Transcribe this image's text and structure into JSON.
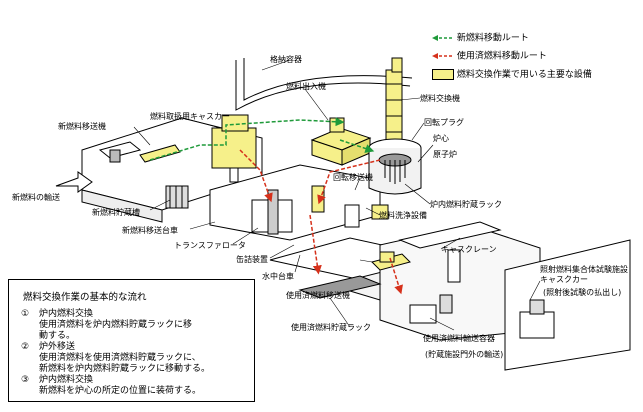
{
  "legend": {
    "new_route": "新燃料移動ルート",
    "spent_route": "使用済燃料移動ルート",
    "main_equipment": "燃料交換作業で用いる主要な設備",
    "colors": {
      "new_route": "#1f9a3a",
      "spent_route": "#d6311b",
      "equipment": "#f6f08a"
    }
  },
  "labels": {
    "storage_container": "格納容器",
    "fuel_hatch": "燃料出入機",
    "fuel_handling_machine": "燃料交換機",
    "rotating_plug": "回転プラグ",
    "core": "炉心",
    "reactor": "原子炉",
    "in_vessel_rack": "炉内燃料貯蔵ラック",
    "rotary_transfer": "回転移送機",
    "cask_car": "燃料取扱用キャスカー",
    "new_fuel_transfer_machine": "新燃料移送機",
    "new_fuel_delivery": "新燃料の輸送",
    "new_fuel_storage": "新燃料貯蔵槽",
    "new_fuel_cart": "新燃料移送台車",
    "transfer_rotor": "トランスファロータ",
    "inspection": "缶詰装置",
    "underwater_cart": "水中台車",
    "fuel_washing": "燃料洗浄設備",
    "spent_transfer_machine": "使用済燃料移送機",
    "spent_rack": "使用済燃料貯蔵ラック",
    "cask_crane": "キャスクレーン",
    "spent_container": "使用済燃料輸送容器",
    "container_note": "(貯蔵施設門外の輸送)",
    "facility": "照射燃料集合体試験施設",
    "facility_2": "キャスクカー",
    "facility_note": "(照射後試験の払出し)"
  },
  "flow": {
    "title": "燃料交換作業の基本的な流れ",
    "steps": [
      {
        "num": "①",
        "head": "炉内燃料交換",
        "body": [
          "使用済燃料を炉内燃料貯蔵ラックに移",
          "動する。"
        ]
      },
      {
        "num": "②",
        "head": "炉外移送",
        "body": [
          "使用済燃料を使用済燃料貯蔵ラックに、",
          "新燃料を炉内燃料貯蔵ラックに移動する。"
        ]
      },
      {
        "num": "③",
        "head": "炉内燃料交換",
        "body": [
          "新燃料を炉心の所定の位置に装荷する。"
        ]
      }
    ]
  }
}
